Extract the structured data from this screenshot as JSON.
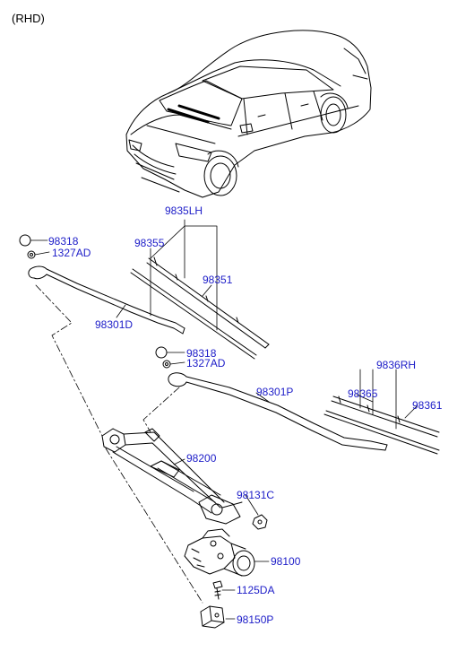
{
  "header": {
    "variant": "(RHD)"
  },
  "callouts": {
    "p_98318_a": "98318",
    "p_1327AD_a": "1327AD",
    "p_9835LH": "9835LH",
    "p_98355": "98355",
    "p_98351": "98351",
    "p_98301D": "98301D",
    "p_98318_b": "98318",
    "p_1327AD_b": "1327AD",
    "p_98301P": "98301P",
    "p_9836RH": "9836RH",
    "p_98365": "98365",
    "p_98361": "98361",
    "p_98200": "98200",
    "p_98131C": "98131C",
    "p_98100": "98100",
    "p_1125DA": "1125DA",
    "p_98150P": "98150P"
  },
  "colors": {
    "callout_text": "#1c1cc8",
    "line": "#000000",
    "background": "#ffffff"
  },
  "icons": [
    "car-illustration",
    "wiper-arm-icon",
    "wiper-blade-icon",
    "wiper-linkage-icon",
    "wiper-motor-icon",
    "bolt-icon",
    "bracket-icon",
    "cap-icon",
    "nut-icon"
  ]
}
